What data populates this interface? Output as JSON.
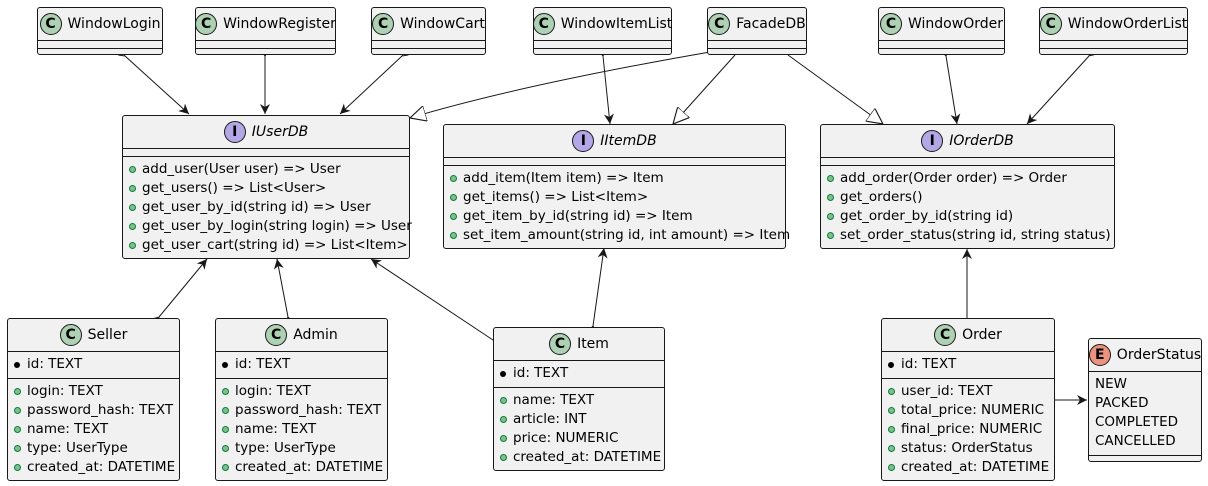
{
  "window_classes": [
    {
      "name": "WindowLogin"
    },
    {
      "name": "WindowRegister"
    },
    {
      "name": "WindowCart"
    },
    {
      "name": "WindowItemList"
    },
    {
      "name": "FacadeDB"
    },
    {
      "name": "WindowOrder"
    },
    {
      "name": "WindowOrderList"
    }
  ],
  "interfaces": {
    "user_db": {
      "name": "IUserDB",
      "methods": [
        "add_user(User user) => User",
        "get_users() => List<User>",
        "get_user_by_id(string id) => User",
        "get_user_by_login(string login) => User",
        "get_user_cart(string id) => List<Item>"
      ]
    },
    "item_db": {
      "name": "IItemDB",
      "methods": [
        "add_item(Item item) => Item",
        "get_items() => List<Item>",
        "get_item_by_id(string id) => Item",
        "set_item_amount(string id, int amount) => Item"
      ]
    },
    "order_db": {
      "name": "IOrderDB",
      "methods": [
        "add_order(Order order) => Order",
        "get_orders()",
        "get_order_by_id(string id)",
        "set_order_status(string id, string status)"
      ]
    }
  },
  "entities": {
    "seller": {
      "name": "Seller",
      "key": "id: TEXT",
      "fields": [
        "login: TEXT",
        "password_hash: TEXT",
        "name: TEXT",
        "type: UserType",
        "created_at: DATETIME"
      ]
    },
    "admin": {
      "name": "Admin",
      "key": "id: TEXT",
      "fields": [
        "login: TEXT",
        "password_hash: TEXT",
        "name: TEXT",
        "type: UserType",
        "created_at: DATETIME"
      ]
    },
    "item": {
      "name": "Item",
      "key": "id: TEXT",
      "fields": [
        "name: TEXT",
        "article: INT",
        "price: NUMERIC",
        "created_at: DATETIME"
      ]
    },
    "order": {
      "name": "Order",
      "key": "id: TEXT",
      "fields": [
        "user_id: TEXT",
        "total_price: NUMERIC",
        "final_price: NUMERIC",
        "status: OrderStatus",
        "created_at: DATETIME"
      ]
    }
  },
  "enums": {
    "order_status": {
      "name": "OrderStatus",
      "values": [
        "NEW",
        "PACKED",
        "COMPLETED",
        "CANCELLED"
      ]
    }
  },
  "stereotype_letters": {
    "class": "C",
    "interface": "I",
    "enum": "E"
  },
  "colors": {
    "node_fill": "#f1f1f1",
    "border": "#181818",
    "class_badge": "#add1b2",
    "interface_badge": "#b4a7e5",
    "enum_badge": "#eb937f",
    "public_marker": "#84be84"
  }
}
